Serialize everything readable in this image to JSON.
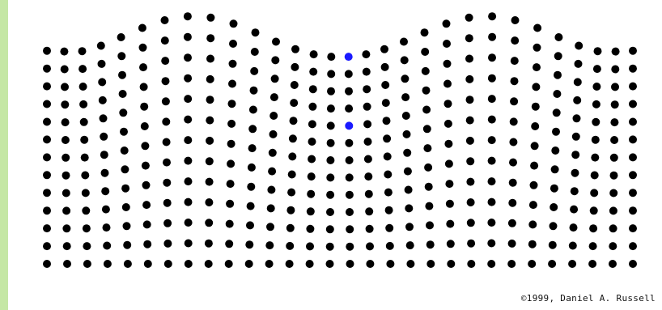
{
  "credit": "©1999, Daniel A. Russell",
  "animation": {
    "type": "particle-displacement-field",
    "columns": 30,
    "rows": 13,
    "particle_color": "#000000",
    "highlight_color": "#1a1aff",
    "background": "#ffffff",
    "highlighted_particles": [
      {
        "col": 15,
        "row": 0
      },
      {
        "col": 15,
        "row": 4
      }
    ]
  }
}
